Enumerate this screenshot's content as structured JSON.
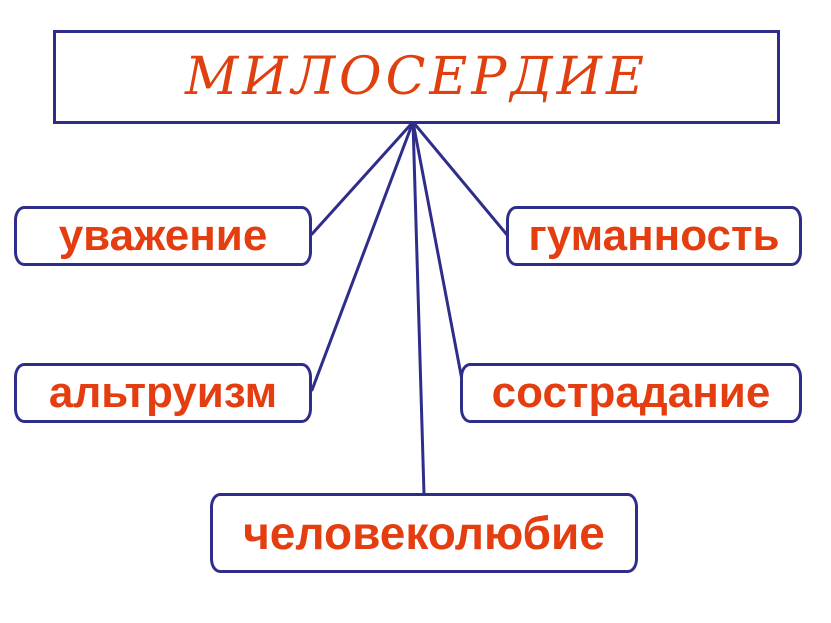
{
  "diagram": {
    "type": "concept-map",
    "colors": {
      "border": "#2e2e8a",
      "text": "#e43d10",
      "background": "#ffffff"
    },
    "root": {
      "label": "МИЛОСЕРДИЕ"
    },
    "nodes": [
      {
        "id": "respect",
        "label": "уважение"
      },
      {
        "id": "humanity",
        "label": "гуманность"
      },
      {
        "id": "altruism",
        "label": "альтруизм"
      },
      {
        "id": "compassion",
        "label": "сострадание"
      },
      {
        "id": "philanthropy",
        "label": "человеколюбие"
      }
    ],
    "edges": [
      {
        "from": "root",
        "to": "respect"
      },
      {
        "from": "root",
        "to": "humanity"
      },
      {
        "from": "root",
        "to": "altruism"
      },
      {
        "from": "root",
        "to": "compassion"
      },
      {
        "from": "root",
        "to": "philanthropy"
      }
    ]
  }
}
